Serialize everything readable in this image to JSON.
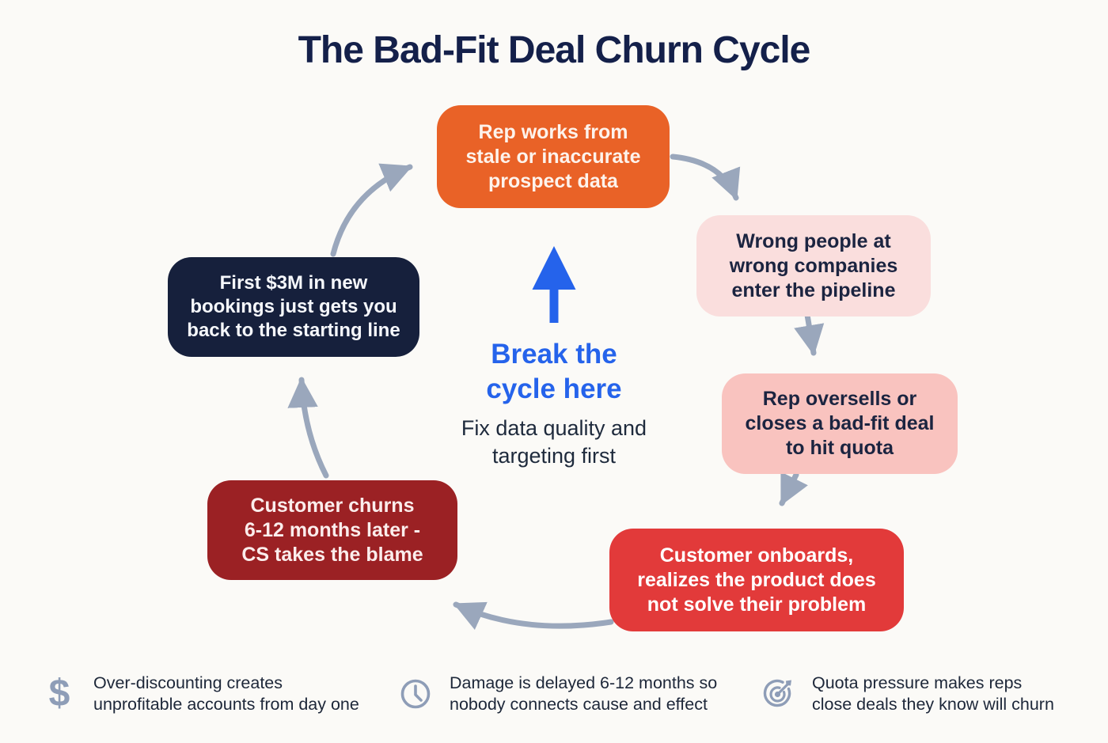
{
  "title": "The Bad-Fit Deal Churn Cycle",
  "cycle_steps": [
    {
      "label": "Rep works from\nstale or inaccurate\nprospect data"
    },
    {
      "label": "Wrong people at\nwrong companies\nenter the pipeline"
    },
    {
      "label": "Rep oversells or\ncloses a bad-fit deal\nto hit quota"
    },
    {
      "label": "Customer onboards,\nrealizes the product does\nnot solve their problem"
    },
    {
      "label": "Customer churns\n6-12 months later -\nCS takes the blame"
    },
    {
      "label": "First $3M in new\nbookings just gets you\nback to the starting line"
    }
  ],
  "break_callout": {
    "heading": "Break the\ncycle here",
    "subtext": "Fix data quality and\ntargeting first"
  },
  "footnotes": [
    {
      "icon": "dollar-icon",
      "text": "Over-discounting creates\nunprofitable accounts from day one"
    },
    {
      "icon": "clock-icon",
      "text": "Damage is delayed 6-12 months so\nnobody connects cause and effect"
    },
    {
      "icon": "target-icon",
      "text": "Quota pressure makes reps\nclose deals they know will churn"
    }
  ],
  "palette": {
    "background": "#FBFAF7",
    "title_color": "#14204A",
    "step1_bg": "#E96227",
    "step2_bg": "#FADEDD",
    "step3_bg": "#F9C3BF",
    "step4_bg": "#E23A3A",
    "step5_bg": "#9B2124",
    "step6_bg": "#16203C",
    "arrow_gray": "#9AA7BC",
    "accent_blue": "#2563EB",
    "footnote_icon_color": "#8E9DB7"
  }
}
